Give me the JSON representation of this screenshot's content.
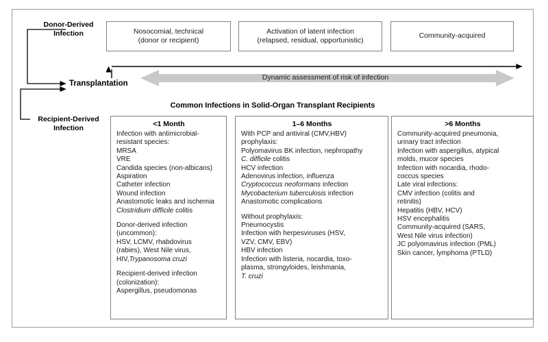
{
  "figure": {
    "title_bar": "Common Infections in Solid-Organ Transplant Recipients",
    "timeline_label": "Dynamic assessment of risk of infection",
    "transplantation_label": "Transplantation",
    "colors": {
      "gray_arrow": "#c9c9c9",
      "box_border": "#808080",
      "frame_border": "#9a9a9a",
      "text": "#1a1a1a",
      "line": "#000000"
    }
  },
  "side_labels": {
    "donor": "Donor-Derived\nInfection",
    "donor_line1": "Donor-Derived",
    "donor_line2": "Infection",
    "recipient_line1": "Recipient-Derived",
    "recipient_line2": "Infection"
  },
  "top_boxes": [
    {
      "line1": "Nosocomial, technical",
      "line2": "(donor or recipient)"
    },
    {
      "line1": "Activation of latent infection",
      "line2": "(relapsed, residual, opportunistic)"
    },
    {
      "line1": "Community-acquired",
      "line2": ""
    }
  ],
  "columns": [
    {
      "header": "<1 Month",
      "items": [
        {
          "text": "Infection with antimicrobial-",
          "indent": 0,
          "italic": false
        },
        {
          "text": "resistant species:",
          "indent": 2,
          "italic": false
        },
        {
          "text": "MRSA",
          "indent": 1,
          "italic": false
        },
        {
          "text": "VRE",
          "indent": 1,
          "italic": false
        },
        {
          "text": "Candida species (non-albicans)",
          "indent": 1,
          "italic": false
        },
        {
          "text": "Aspiration",
          "indent": 0,
          "italic": false
        },
        {
          "text": "Catheter infection",
          "indent": 0,
          "italic": false
        },
        {
          "text": "Wound infection",
          "indent": 0,
          "italic": false
        },
        {
          "text": "Anastomotic leaks and ischemia",
          "indent": 0,
          "italic": false
        },
        {
          "text": "Clostridium difficile colitis",
          "indent": 0,
          "italic": false,
          "italic_prefix": "Clostridium difficile",
          "italic_suffix": " colitis"
        },
        {
          "text": "",
          "indent": 0,
          "gap": true
        },
        {
          "text": "Donor-derived infection",
          "indent": 0,
          "italic": false
        },
        {
          "text": "(uncommon):",
          "indent": 2,
          "italic": false
        },
        {
          "text": "HSV, LCMV, rhabdovirus",
          "indent": 1,
          "italic": false
        },
        {
          "text": "(rabies), West Nile virus,",
          "indent": 2,
          "italic": false
        },
        {
          "text": "HIV,Trypanosoma cruzi",
          "indent": 2,
          "italic": false,
          "italic_prefix": "HIV,",
          "italic_suffix": "Trypanosoma cruzi",
          "italic_tail": true
        },
        {
          "text": "",
          "indent": 0,
          "gap": true
        },
        {
          "text": "Recipient-derived infection",
          "indent": 0,
          "italic": false
        },
        {
          "text": "(colonization):",
          "indent": 2,
          "italic": false
        },
        {
          "text": "Aspergillus, pseudomonas",
          "indent": 1,
          "italic": false
        }
      ]
    },
    {
      "header": "1–6 Months",
      "items": [
        {
          "text": "With PCP and antiviral (CMV,HBV)",
          "indent": 0,
          "italic": false
        },
        {
          "text": "prophylaxis:",
          "indent": 2,
          "italic": false
        },
        {
          "text": "Polyomavirus BK infection, nephropathy",
          "indent": 1,
          "italic": false
        },
        {
          "text": "C. difficile colitis",
          "indent": 1,
          "italic": false,
          "italic_prefix": "C. difficile",
          "italic_suffix": " colitis"
        },
        {
          "text": "HCV infection",
          "indent": 1,
          "italic": false
        },
        {
          "text": "Adenovirus infection, influenza",
          "indent": 1,
          "italic": false
        },
        {
          "text": "Cryptococcus neoformans infection",
          "indent": 1,
          "italic": false,
          "italic_prefix": "Cryptococcus neoformans",
          "italic_suffix": " infection"
        },
        {
          "text": "Mycobacterium tuberculosis infection",
          "indent": 1,
          "italic": false,
          "italic_prefix": "Mycobacterium tuberculosis",
          "italic_suffix": " infection"
        },
        {
          "text": "Anastomotic complications",
          "indent": 0,
          "italic": false
        },
        {
          "text": "",
          "indent": 0,
          "gap": true
        },
        {
          "text": "Without prophylaxis:",
          "indent": 0,
          "italic": false
        },
        {
          "text": "Pneumocystis",
          "indent": 1,
          "italic": false
        },
        {
          "text": "Infection with herpesviruses (HSV,",
          "indent": 1,
          "italic": false
        },
        {
          "text": "VZV, CMV, EBV)",
          "indent": 2,
          "italic": false
        },
        {
          "text": "HBV infection",
          "indent": 1,
          "italic": false
        },
        {
          "text": "Infection with listeria, nocardia, toxo-",
          "indent": 1,
          "italic": false
        },
        {
          "text": "plasma, strongyloides, leishmania,",
          "indent": 2,
          "italic": false
        },
        {
          "text": "T. cruzi",
          "indent": 2,
          "italic": true
        }
      ]
    },
    {
      "header": ">6 Months",
      "items": [
        {
          "text": "Community-acquired pneumonia,",
          "indent": 0,
          "italic": false
        },
        {
          "text": "urinary tract infection",
          "indent": 1,
          "italic": false
        },
        {
          "text": "Infection with aspergillus, atypical",
          "indent": 0,
          "italic": false
        },
        {
          "text": "molds, mucor species",
          "indent": 1,
          "italic": false
        },
        {
          "text": "Infection with nocardia, rhodo-",
          "indent": 0,
          "italic": false
        },
        {
          "text": "coccus species",
          "indent": 1,
          "italic": false
        },
        {
          "text": "Late viral infections:",
          "indent": 0,
          "italic": false
        },
        {
          "text": "CMV infection (colitis and",
          "indent": 1,
          "italic": false
        },
        {
          "text": "retinitis)",
          "indent": 2,
          "italic": false
        },
        {
          "text": "Hepatitis (HBV, HCV)",
          "indent": 1,
          "italic": false
        },
        {
          "text": "HSV encephalitis",
          "indent": 1,
          "italic": false
        },
        {
          "text": "Community-acquired (SARS,",
          "indent": 1,
          "italic": false
        },
        {
          "text": "West Nile virus infection)",
          "indent": 2,
          "italic": false
        },
        {
          "text": "JC polyomavirus infection (PML)",
          "indent": 1,
          "italic": false
        },
        {
          "text": "Skin cancer, lymphoma (PTLD)",
          "indent": 1,
          "italic": false
        }
      ]
    }
  ]
}
